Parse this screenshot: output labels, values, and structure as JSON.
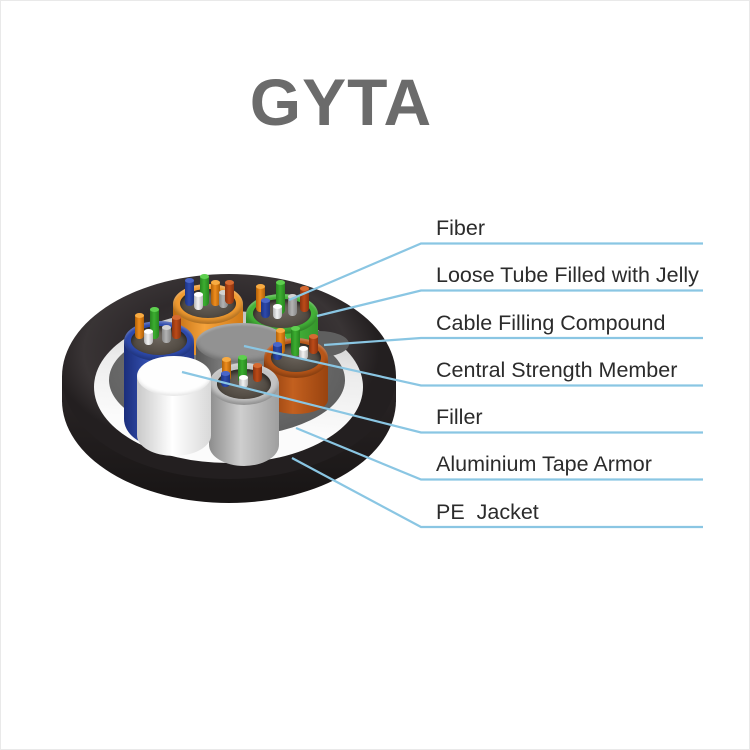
{
  "title": "GYTA",
  "labels": [
    {
      "text": "Fiber"
    },
    {
      "text": "Loose Tube Filled with Jelly"
    },
    {
      "text": "Cable Filling Compound"
    },
    {
      "text": "Central Strength Member"
    },
    {
      "text": "Filler"
    },
    {
      "text": "Aluminium Tape Armor"
    },
    {
      "text": "PE  Jacket"
    }
  ],
  "colors": {
    "leader_line": "#8ac6e3",
    "title_text": "#6b6b6b",
    "label_text": "#2b2b2b",
    "pe_jacket": "#2f2a2c",
    "aluminium_tape": "#ececec",
    "cable_filling_compound": "#646464",
    "central_strength_member": "#929292",
    "filler": "#fefefe",
    "loose_tubes": [
      "#f09a30",
      "#43b238",
      "#2d49ab",
      "#b85618",
      "#c4c4c4"
    ],
    "fibers": [
      "#ef8d1e",
      "#3cae31",
      "#2d49ab",
      "#f2f2f2",
      "#bc4a18",
      "#b3b3b3"
    ]
  }
}
